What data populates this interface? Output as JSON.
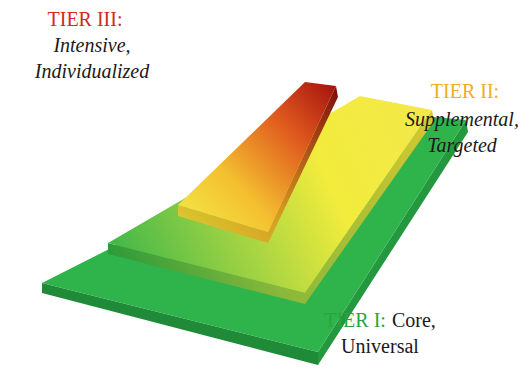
{
  "diagram": {
    "labels": [
      "TIER III:",
      "Intensive, Individualized",
      "TIER II:",
      "Supplemental, Targeted",
      "TIER I:",
      "Core, Universal"
    ]
  }
}
